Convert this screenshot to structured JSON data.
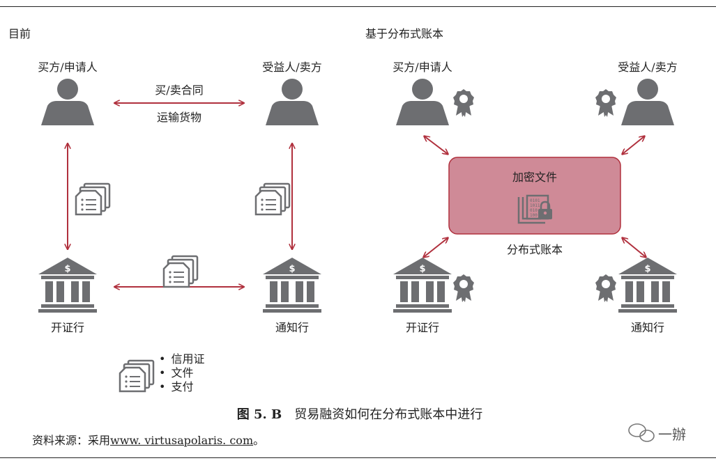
{
  "left_section": {
    "title": "目前",
    "buyer": "买方/申请人",
    "seller": "受益人/卖方",
    "contract": "买/卖合同",
    "shipping": "运输货物",
    "issuing_bank": "开证行",
    "advising_bank": "通知行"
  },
  "right_section": {
    "title": "基于分布式账本",
    "buyer": "买方/申请人",
    "seller": "受益人/卖方",
    "encrypted_box": "加密文件",
    "ledger": "分布式账本",
    "issuing_bank": "开证行",
    "advising_bank": "通知行"
  },
  "legend": {
    "items": [
      "信用证",
      "文件",
      "支付"
    ],
    "bullet": "•"
  },
  "caption": {
    "number": "图 5. B",
    "title": "贸易融资如何在分布式账本中进行"
  },
  "source": {
    "label": "资料来源：采用",
    "link": "www. virtusapolaris. com",
    "end": "。"
  },
  "watermark": "一辦",
  "colors": {
    "arrow": "#b0303d",
    "icon": "#6d6e71",
    "box_fill": "#cf8a97",
    "box_stroke": "#b0303d"
  }
}
